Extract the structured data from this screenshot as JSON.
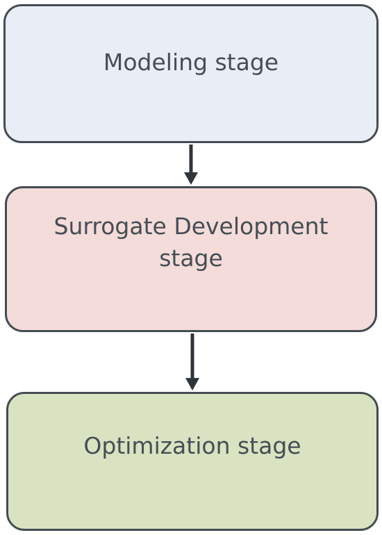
{
  "stages": [
    {
      "label": "Modeling stage",
      "color": "#e9edf6"
    },
    {
      "label": "Surrogate Development\nstage",
      "color": "#f3dcd9"
    },
    {
      "label": "Optimization stage",
      "color": "#d9e3c1"
    }
  ],
  "colors": {
    "border": "#444b52",
    "text": "#464d55",
    "arrow": "#2f353b"
  }
}
